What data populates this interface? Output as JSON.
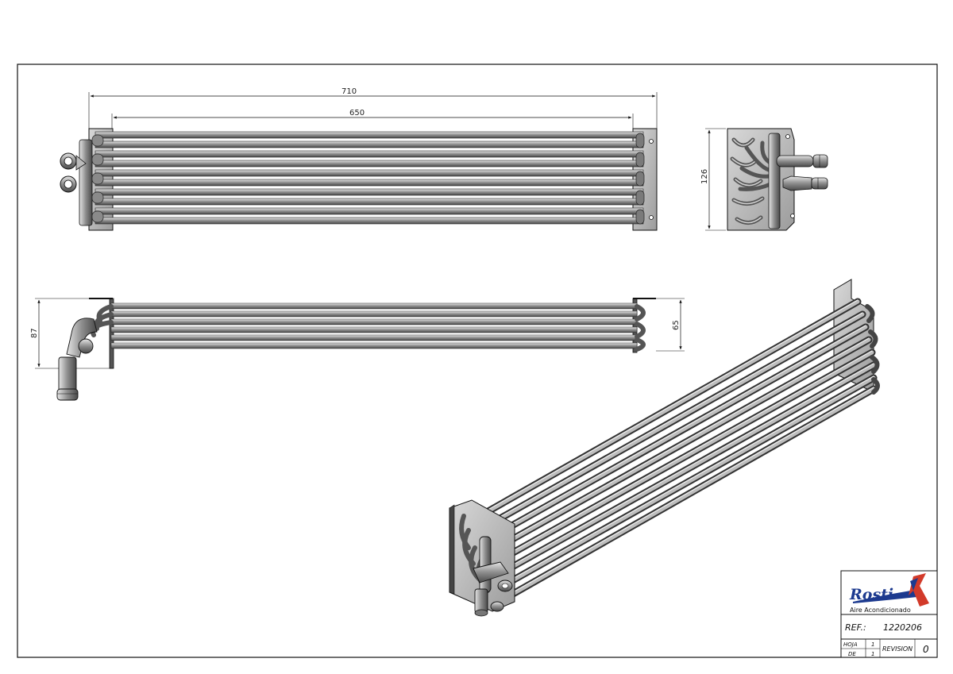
{
  "dimensions": {
    "front_overall": "710",
    "front_core": "650",
    "side_height": "126",
    "top_height": "87",
    "top_core_height": "65"
  },
  "title_block": {
    "logo_name": "Rosti",
    "logo_tagline": "Aire Acondicionado",
    "ref_label": "REF.:",
    "ref_value": "1220206",
    "hoja_label": "HOJA",
    "hoja_value": "1",
    "de_label": "DE",
    "de_value": "1",
    "revision_label": "REVISION",
    "revision_value": "0"
  },
  "colors": {
    "line": "#111111",
    "tube": "#9a9a9a",
    "tube_dark": "#5a5a5a",
    "logo_blue": "#1c3a8f",
    "logo_red": "#d23a2a"
  }
}
